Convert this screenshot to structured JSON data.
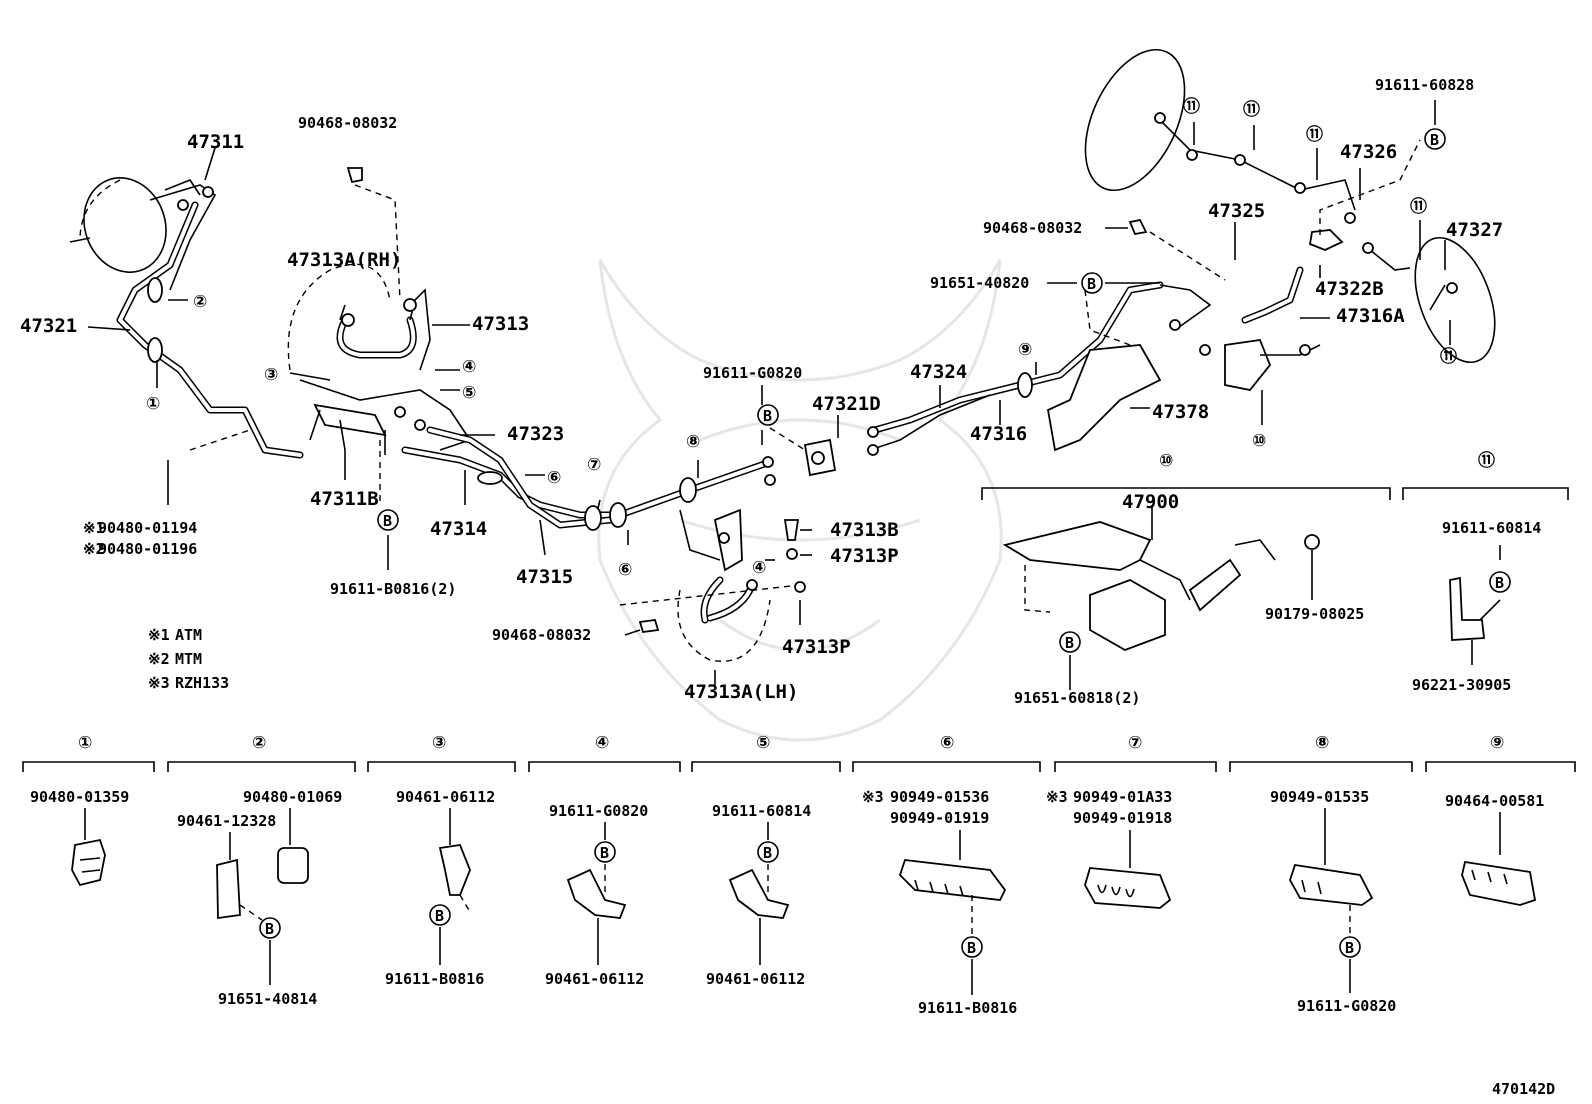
{
  "diagram_code": "470142D",
  "labels": {
    "p47311": "47311",
    "p90468a": "90468-08032",
    "p47321": "47321",
    "p47313a_rh": "47313A(RH)",
    "p47313": "47313",
    "p47323": "47323",
    "p47311b": "47311B",
    "p47314": "47314",
    "p47315": "47315",
    "p90480_01194": "90480-01194",
    "p90480_01196": "90480-01196",
    "p91611_b0816_2": "91611-B0816(2)",
    "p91611_g0820_top": "91611-G0820",
    "p47321d": "47321D",
    "p47313b": "47313B",
    "p47313p_a": "47313P",
    "p47313p_b": "47313P",
    "p90468b": "90468-08032",
    "p47313a_lh": "47313A(LH)",
    "p47324": "47324",
    "p47316": "47316",
    "p47378": "47378",
    "p91651_40820": "91651-40820",
    "p90468c": "90468-08032",
    "p47325": "47325",
    "p47326": "47326",
    "p91611_60828": "91611-60828",
    "p47327": "47327",
    "p47322b": "47322B",
    "p47316a": "47316A",
    "p47900": "47900",
    "p90179_08025": "90179-08025",
    "p91651_60818_2": "91651-60818(2)",
    "p91611_60814_r": "91611-60814",
    "p96221_30905": "96221-30905"
  },
  "notes": {
    "n1_mark": "※1",
    "n2_mark": "※2",
    "n3_mark": "※3",
    "n1_text": "ATM",
    "n2_text": "MTM",
    "n3_text": "RZH133"
  },
  "callouts": {
    "c1": "①",
    "c2": "②",
    "c3": "③",
    "c4": "④",
    "c5": "⑤",
    "c6": "⑥",
    "c7": "⑦",
    "c8": "⑧",
    "c9": "⑨",
    "c10": "⑩",
    "c11": "⑪",
    "b": "B"
  },
  "groups": {
    "g1": {
      "part": "90480-01359"
    },
    "g2": {
      "part_a": "90480-01069",
      "part_b": "90461-12328",
      "part_c": "91651-40814"
    },
    "g3": {
      "part_a": "90461-06112",
      "part_b": "91611-B0816"
    },
    "g4": {
      "part_a": "91611-G0820",
      "part_b": "90461-06112"
    },
    "g5": {
      "part_a": "91611-60814",
      "part_b": "90461-06112"
    },
    "g6": {
      "part_a": "90949-01536",
      "part_b": "90949-01919",
      "part_c": "91611-B0816"
    },
    "g7": {
      "part_a": "90949-01A33",
      "part_b": "90949-01918"
    },
    "g8": {
      "part_a": "90949-01535",
      "part_b": "91611-G0820"
    },
    "g9": {
      "part": "90464-00581"
    }
  }
}
